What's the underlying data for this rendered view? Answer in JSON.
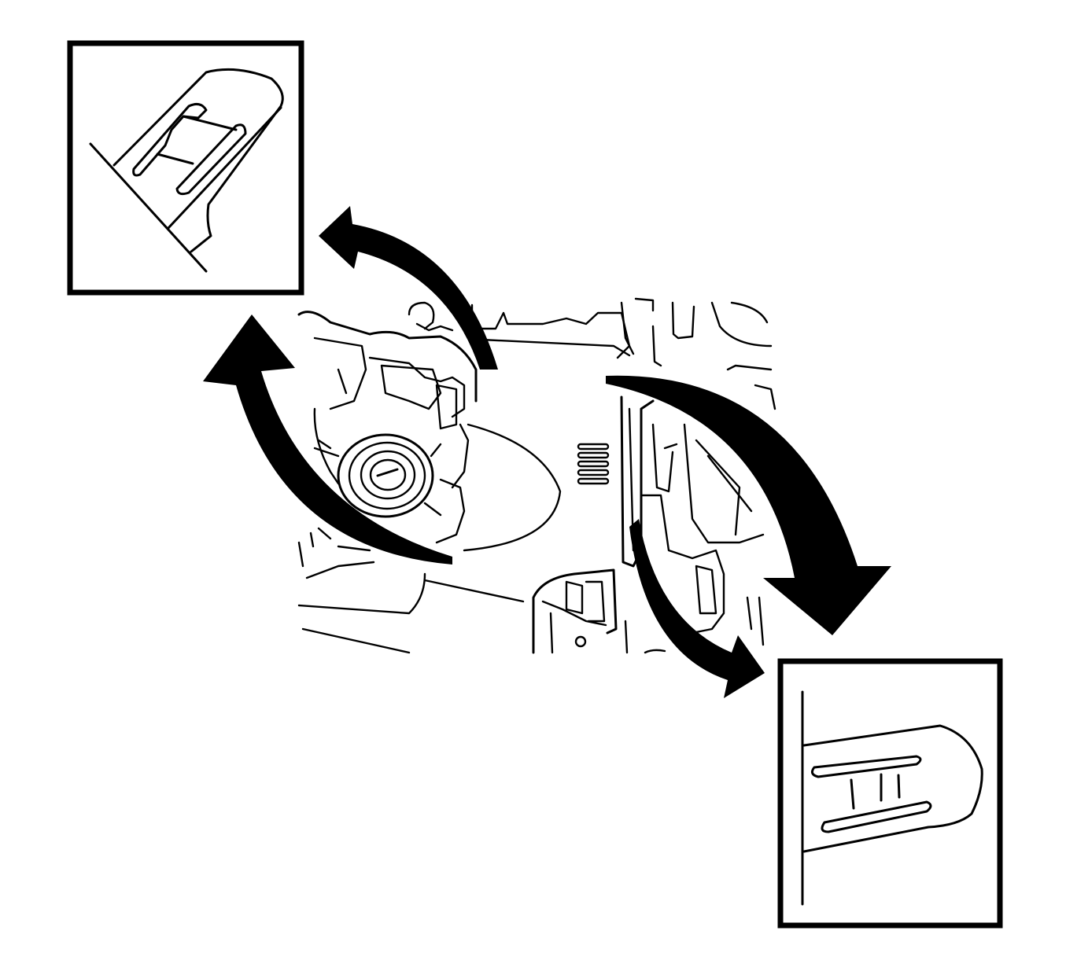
{
  "diagram": {
    "colors": {
      "line": "#000000",
      "background": "#ffffff"
    },
    "elements": [
      "detail-inset-top-left",
      "detail-inset-bottom-right",
      "steering-column-cover-lower",
      "steering-column-cover-upper",
      "ignition-lock-cylinder",
      "rotate-arrow-upper-left",
      "rotate-arrow-left",
      "rotate-arrow-right",
      "rotate-arrow-lower-right"
    ]
  }
}
